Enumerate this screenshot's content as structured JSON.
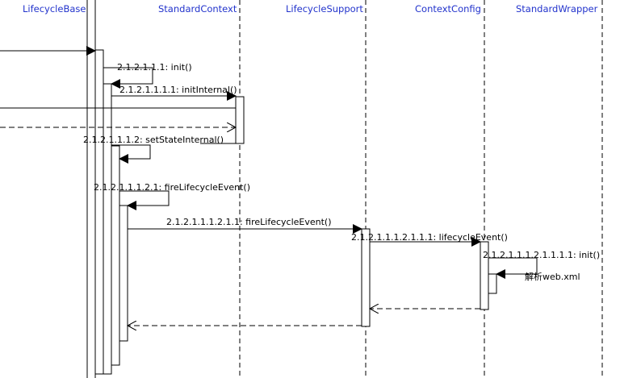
{
  "lifelines": [
    {
      "id": "lifecycle-base",
      "label": "LifecycleBase"
    },
    {
      "id": "standard-context",
      "label": "StandardContext"
    },
    {
      "id": "lifecycle-support",
      "label": "LifecycleSupport"
    },
    {
      "id": "context-config",
      "label": "ContextConfig"
    },
    {
      "id": "standard-wrapper",
      "label": "StandardWrapper"
    }
  ],
  "messages": {
    "init": "2.1.2.1.1.1: init()",
    "init_internal": "2.1.2.1.1.1.1: initInternal()",
    "set_state_internal": "2.1.2.1.1.1.2: setStateInternal()",
    "fire_lifecycle_event": "2.1.2.1.1.1.2.1: fireLifecycleEvent()",
    "support_fire_lifecycle_event": "2.1.2.1.1.1.2.1.1: fireLifecycleEvent()",
    "lifecycle_event": "2.1.2.1.1.1.2.1.1.1: lifecycleEvent()",
    "wrapper_init": "2.1.2.1.1.1.2.1.1.1.1: init()",
    "parse_web_xml": "解析web.xml"
  },
  "colors": {
    "header_text": "#2233cc",
    "line": "#000000",
    "background": "#ffffff"
  }
}
